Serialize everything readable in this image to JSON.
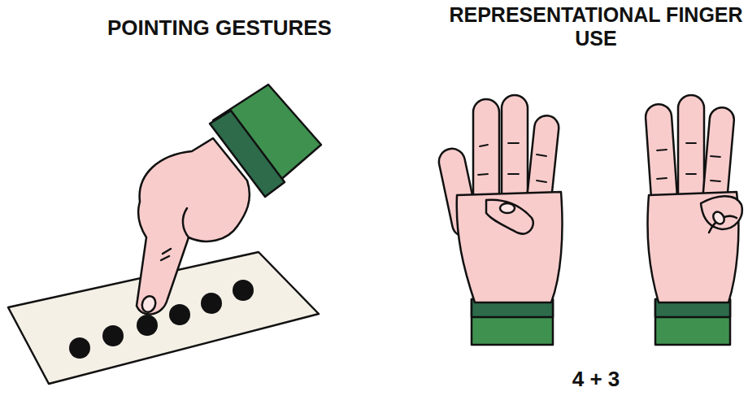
{
  "diagram": {
    "labels": [
      "POINTING GESTURES",
      "REPRESENTATIONAL FINGER USE",
      "4 + 3"
    ]
  }
}
